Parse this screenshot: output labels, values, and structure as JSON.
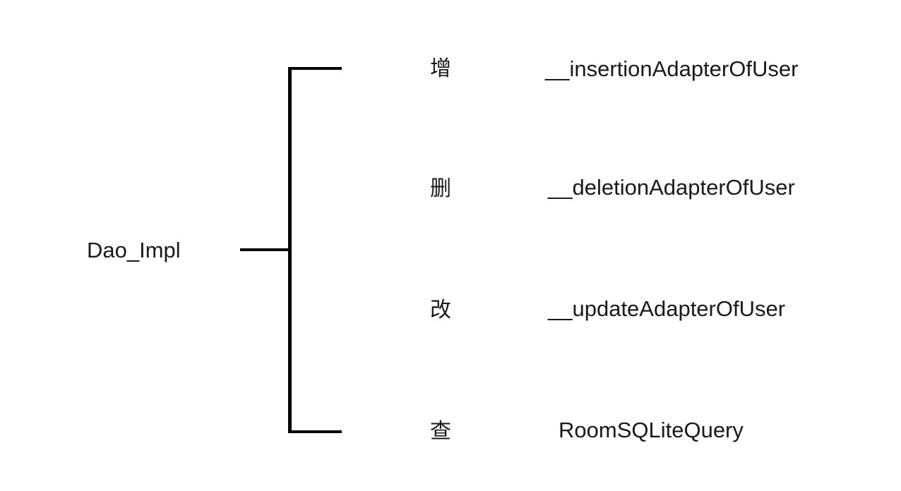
{
  "root": {
    "label": "Dao_Impl"
  },
  "branches": [
    {
      "operation": "增",
      "implementation": "__insertionAdapterOfUser"
    },
    {
      "operation": "删",
      "implementation": "__deletionAdapterOfUser"
    },
    {
      "operation": "改",
      "implementation": "__updateAdapterOfUser"
    },
    {
      "operation": "查",
      "implementation": "RoomSQLiteQuery"
    }
  ],
  "colors": {
    "background": "#ffffff",
    "line": "#000000",
    "text": "#1a1a1a"
  }
}
